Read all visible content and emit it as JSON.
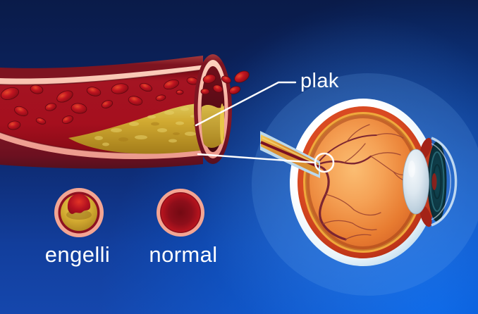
{
  "illustration": {
    "labels": {
      "plaque": "plak",
      "blocked_vessel": "engelli",
      "normal_vessel": "normal"
    },
    "colors": {
      "background_top": "#0a1b49",
      "background_bottom": "#0b69e7",
      "vessel_wall": "#7e1722",
      "vessel_lining": "#f5ab9d",
      "blood": "#a31020",
      "plaque": "#cfa62f",
      "eye_sclera": "#dceef8",
      "eye_choroid": "#cf3f1e",
      "eye_fundus": "#f0974a",
      "iris": "#124250",
      "lens": "#d7e3ec",
      "annotation": "#ffffff"
    }
  }
}
